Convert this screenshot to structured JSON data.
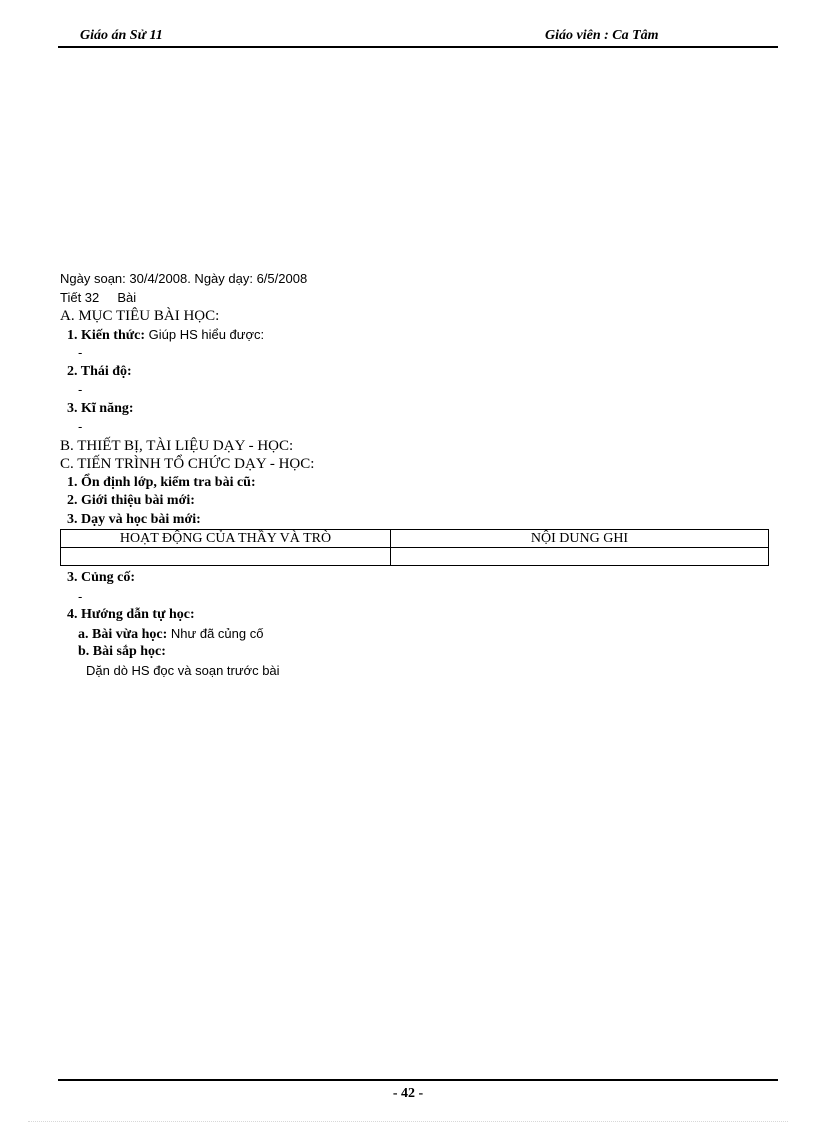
{
  "header": {
    "left": "Giáo án Sử 11",
    "right": "Giáo viên : Ca Tâm"
  },
  "footer": {
    "page": "- 42 -"
  },
  "meta": {
    "dates": "Ngày soạn: 30/4/2008. Ngày dạy: 6/5/2008",
    "lesson": "Tiết 32     Bài"
  },
  "sectionA": {
    "title": "A. MỤC TIÊU BÀI HỌC:",
    "knowledge_label": "1. Kiến thức:",
    "knowledge_text": " Giúp HS hiểu được:",
    "dash": "-",
    "attitude_label": "2. Thái độ:",
    "skill_label": "3. Kĩ năng:"
  },
  "sectionB": {
    "title": "B. THIẾT BỊ, TÀI LIỆU DẠY - HỌC:"
  },
  "sectionC": {
    "title": "C. TIẾN TRÌNH TỔ CHỨC DẠY - HỌC:",
    "step1": "1. Ổn định lớp, kiểm tra bài cũ:",
    "step2": "2. Giới thiệu bài mới:",
    "step3": "3. Dạy và học bài mới:",
    "table_headers": [
      "HOẠT ĐỘNG CỦA THẦY VÀ TRÒ",
      "NỘI DUNG GHI"
    ],
    "consolidate": "3. Củng cố:",
    "guide": "4. Hướng dẫn tự học:",
    "guide_a_label": "a. Bài vừa học:",
    "guide_a_text": " Như đã củng cố",
    "guide_b_label": "b. Bài sắp học:",
    "guide_b_text": "Dặn dò HS đọc và soạn trước bài"
  }
}
